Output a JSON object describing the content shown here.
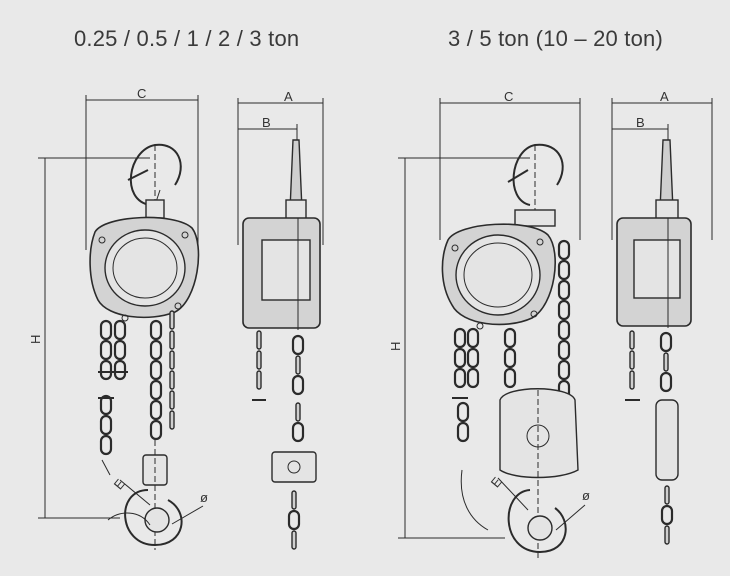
{
  "headings": {
    "left": "0.25 / 0.5 / 1 / 2 / 3 ton",
    "right": "3 / 5 ton (10 – 20 ton)"
  },
  "dimension_labels": {
    "c": "C",
    "a": "A",
    "b": "B",
    "h": "H",
    "e": "E",
    "phi": "ø"
  }
}
